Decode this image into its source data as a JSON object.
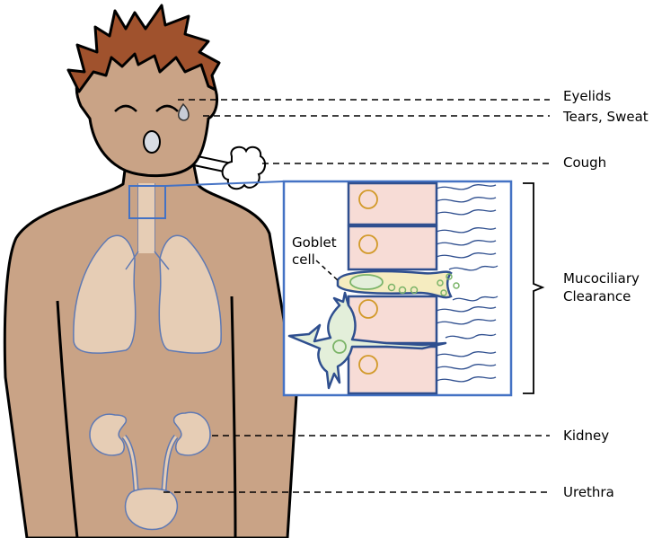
{
  "colors": {
    "skin": "#c9a386",
    "hair": "#a0522d",
    "outline": "#000000",
    "lung_fill": "#e6cdb5",
    "organ_outline": "#5e79b4",
    "highlight_box": "#4472c4",
    "cell_fill": "#f7dcd6",
    "cell_outline": "#2f4f8f",
    "nucleus": "#d29a2a",
    "goblet_fill": "#f5ecc0",
    "mucus_green": "#7bb468",
    "dendritic_fill": "#e3efda"
  },
  "labels": {
    "eyelids": "Eyelids",
    "tears_sweat": "Tears, Sweat",
    "cough": "Cough",
    "goblet_line1": "Goblet",
    "goblet_line2": "cell",
    "mucociliary_line1": "Mucociliary",
    "mucociliary_line2": "Clearance",
    "kidney": "Kidney",
    "urethra": "Urethra"
  }
}
